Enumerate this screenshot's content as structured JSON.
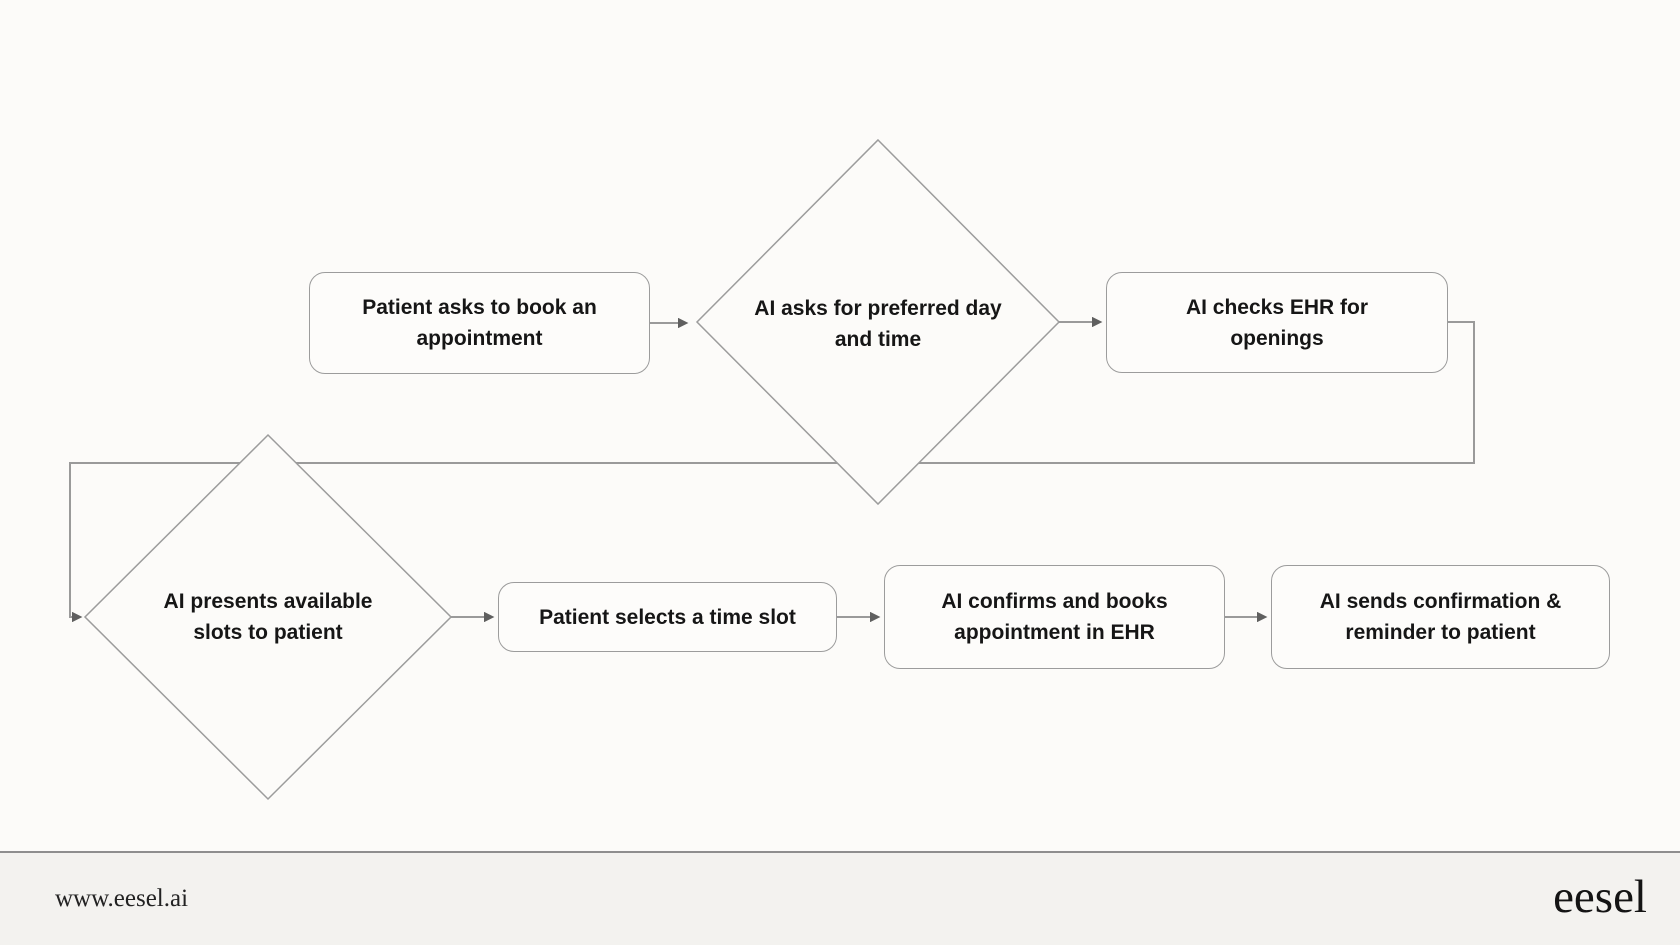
{
  "diagram": {
    "title_semantics": "AI appointment booking flowchart",
    "nodes": [
      {
        "id": "patient-asks",
        "type": "process",
        "label": "Patient asks to book an\nappointment"
      },
      {
        "id": "ai-asks-day-time",
        "type": "decision",
        "label": "AI asks for preferred day\nand time"
      },
      {
        "id": "ai-checks-ehr",
        "type": "process",
        "label": "AI checks EHR for\nopenings"
      },
      {
        "id": "ai-presents-slots",
        "type": "decision",
        "label": "AI presents available\nslots to patient"
      },
      {
        "id": "patient-selects-slot",
        "type": "process",
        "label": "Patient selects a time slot"
      },
      {
        "id": "ai-confirms-books",
        "type": "process",
        "label": "AI confirms and books\nappointment in EHR"
      },
      {
        "id": "ai-sends-confirmation",
        "type": "process",
        "label": "AI sends confirmation &\nreminder to patient"
      }
    ],
    "edges": [
      {
        "from": "patient-asks",
        "to": "ai-asks-day-time"
      },
      {
        "from": "ai-asks-day-time",
        "to": "ai-checks-ehr"
      },
      {
        "from": "ai-checks-ehr",
        "to": "ai-presents-slots"
      },
      {
        "from": "ai-presents-slots",
        "to": "patient-selects-slot"
      },
      {
        "from": "patient-selects-slot",
        "to": "ai-confirms-books"
      },
      {
        "from": "ai-confirms-books",
        "to": "ai-sends-confirmation"
      }
    ],
    "colors": {
      "canvas_bg": "#fcfbf9",
      "node_fill": "#fdfcfa",
      "node_border": "#9c9c9c",
      "connector": "#9a9a9a",
      "arrowhead": "#5f5f5f",
      "text": "#161616",
      "footer_bg": "#f3f2ef",
      "footer_divider": "#8e8e8e"
    }
  },
  "footer": {
    "website": "www.eesel.ai",
    "logo_text": "eesel"
  }
}
